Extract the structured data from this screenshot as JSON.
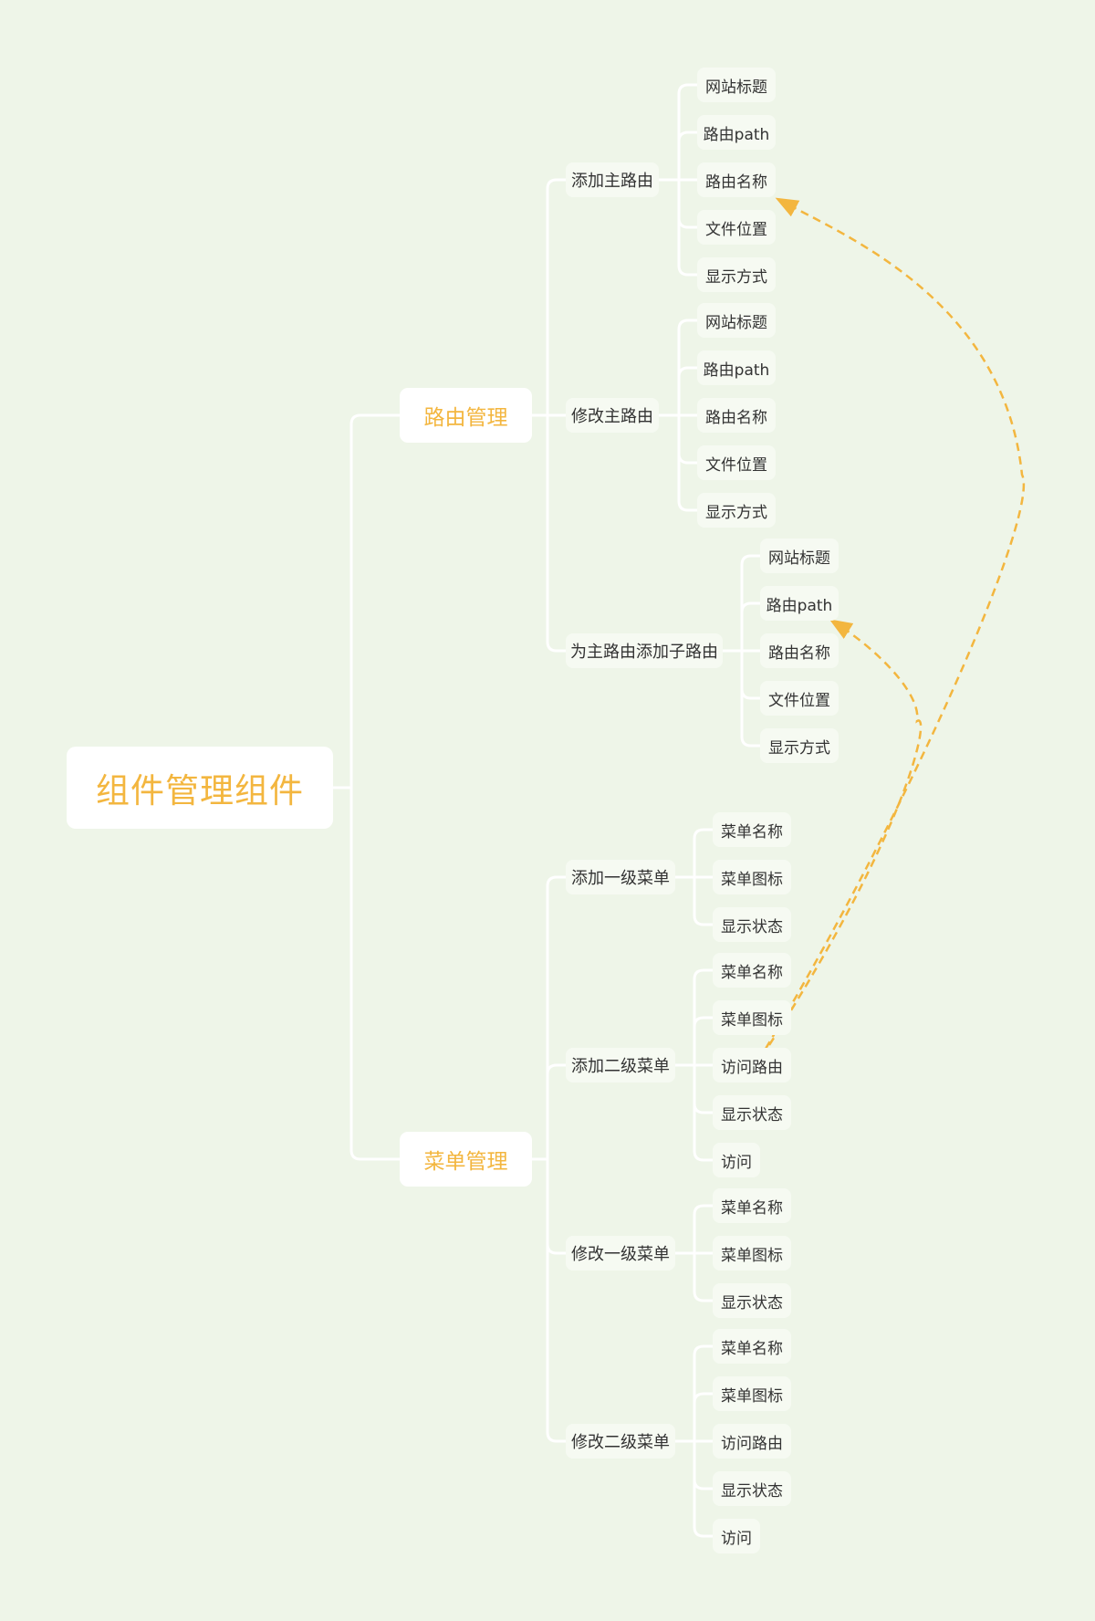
{
  "title": "组件管理组件",
  "branches": [
    {
      "label": "路由管理",
      "children": [
        {
          "label": "添加主路由",
          "items": [
            "网站标题",
            "路由path",
            "路由名称",
            "文件位置",
            "显示方式"
          ]
        },
        {
          "label": "修改主路由",
          "items": [
            "网站标题",
            "路由path",
            "路由名称",
            "文件位置",
            "显示方式"
          ]
        },
        {
          "label": "为主路由添加子路由",
          "items": [
            "网站标题",
            "路由path",
            "路由名称",
            "文件位置",
            "显示方式"
          ]
        }
      ]
    },
    {
      "label": "菜单管理",
      "children": [
        {
          "label": "添加一级菜单",
          "items": [
            "菜单名称",
            "菜单图标",
            "显示状态"
          ]
        },
        {
          "label": "添加二级菜单",
          "items": [
            "菜单名称",
            "菜单图标",
            "访问路由",
            "显示状态",
            "访问"
          ]
        },
        {
          "label": "修改一级菜单",
          "items": [
            "菜单名称",
            "菜单图标",
            "显示状态"
          ]
        },
        {
          "label": "修改二级菜单",
          "items": [
            "菜单名称",
            "菜单图标",
            "访问路由",
            "显示状态",
            "访问"
          ]
        }
      ]
    }
  ],
  "relationships": [
    {
      "from": "添加二级菜单 / 访问路由",
      "to": "添加主路由 / 路由名称"
    },
    {
      "from": "添加二级菜单 / 访问路由",
      "to": "为主路由添加子路由 / 路由path"
    }
  ],
  "colors": {
    "background": "#eef5e8",
    "accent": "#f3b63f",
    "line": "#ffffff",
    "text": "#333333"
  }
}
